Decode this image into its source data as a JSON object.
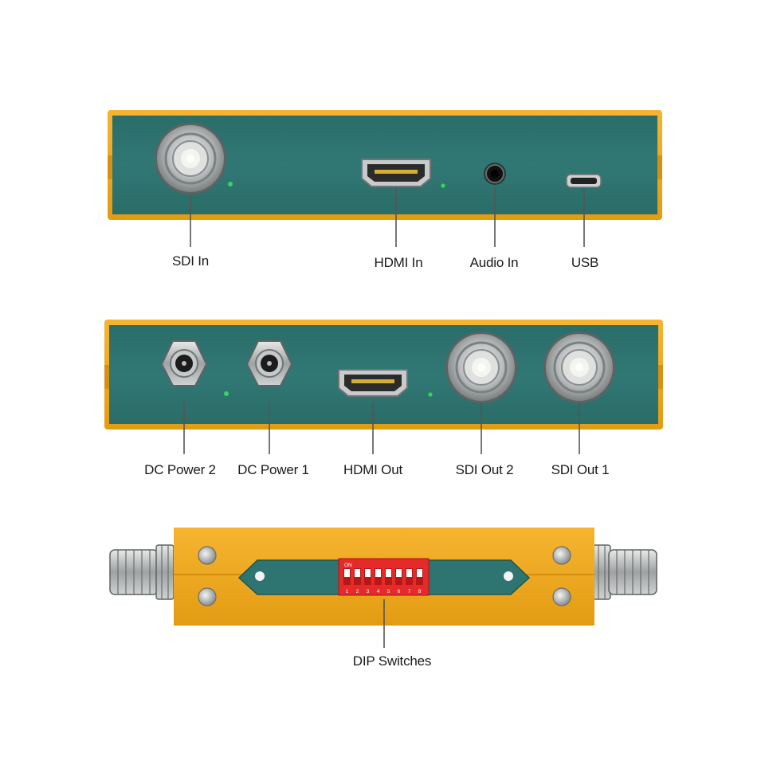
{
  "colors": {
    "panel_teal": "#2e7470",
    "frame_orange": "#f1a91e",
    "led_green": "#38d35a",
    "dip_red": "#e52a2a"
  },
  "panel_top": {
    "labels": {
      "sdi_in": "SDI In",
      "hdmi_in": "HDMI In",
      "audio_in": "Audio In",
      "usb": "USB"
    }
  },
  "panel_middle": {
    "labels": {
      "dc_power_2": "DC Power 2",
      "dc_power_1": "DC Power 1",
      "hdmi_out": "HDMI Out",
      "sdi_out_2": "SDI Out 2",
      "sdi_out_1": "SDI Out 1"
    }
  },
  "panel_bottom": {
    "labels": {
      "dip_switches": "DIP Switches"
    },
    "dip": {
      "on_text": "ON",
      "numbers": [
        "1",
        "2",
        "3",
        "4",
        "5",
        "6",
        "7",
        "8"
      ]
    }
  }
}
